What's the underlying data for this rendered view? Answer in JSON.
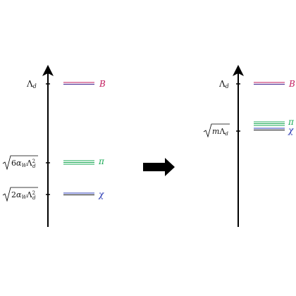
{
  "left_panel": {
    "tick_labels": {
      "lambda": "Λ_d",
      "sqrt6": "√6α_WΛ_d²",
      "sqrt2": "√2α_WΛ_d²"
    },
    "levels": {
      "B": "B",
      "pi": "π",
      "chi": "χ"
    }
  },
  "right_panel": {
    "tick_labels": {
      "lambda": "Λ_d",
      "sqrtm": "√mΛ_d"
    },
    "levels": {
      "B": "B",
      "pi": "π",
      "chi": "χ"
    }
  },
  "colors": {
    "B": "#c2185b",
    "B_line": "#7b1fa2",
    "pi": "#1aaa55",
    "chi": "#1f2fb0",
    "axis": "#000000"
  },
  "arrow_icon": "right-arrow-icon"
}
